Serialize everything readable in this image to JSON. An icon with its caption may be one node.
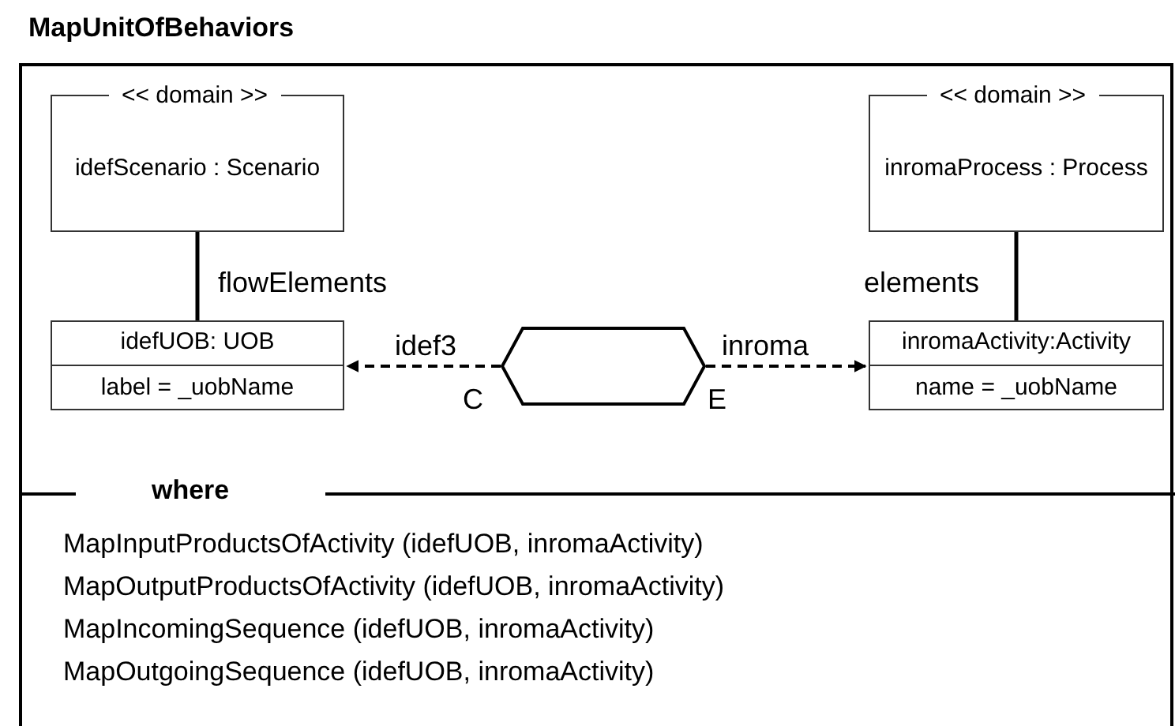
{
  "diagram": {
    "nodes": [
      {
        "text": [
          "MapUnitOfBehaviors"
        ]
      },
      {
        "text": [
          "<< domain >>",
          "idefScenario : Scenario"
        ],
        "in": 0
      },
      {
        "text": [
          "<< domain >>",
          "inromaProcess : Process"
        ],
        "in": 0
      },
      {
        "text": [
          "idefUOB: UOB",
          "label = _uobName"
        ],
        "in": 0
      },
      {
        "text": [],
        "shape": "hexagon",
        "in": 0,
        "beside": [
          "C",
          "E"
        ]
      },
      {
        "text": [
          "inromaActivity:Activity",
          "name = _uobName"
        ],
        "in": 0
      },
      {
        "text": [
          "where",
          "MapInputProductsOfActivity (idefUOB, inromaActivity)",
          "MapOutputProductsOfActivity (idefUOB, inromaActivity)",
          "MapIncomingSequence  (idefUOB, inromaActivity)",
          "MapOutgoingSequence  (idefUOB, inromaActivity)"
        ],
        "in": 0
      }
    ],
    "edges": [
      {
        "from": 1,
        "to": 3,
        "arrow": "none",
        "label": "flowElements"
      },
      {
        "from": 4,
        "to": 3,
        "arrow": "to",
        "style": "dashed",
        "label": "idef3"
      },
      {
        "from": 4,
        "to": 5,
        "arrow": "to",
        "style": "dashed",
        "label": "inroma"
      },
      {
        "from": 2,
        "to": 5,
        "arrow": "none",
        "label": "elements"
      }
    ]
  }
}
